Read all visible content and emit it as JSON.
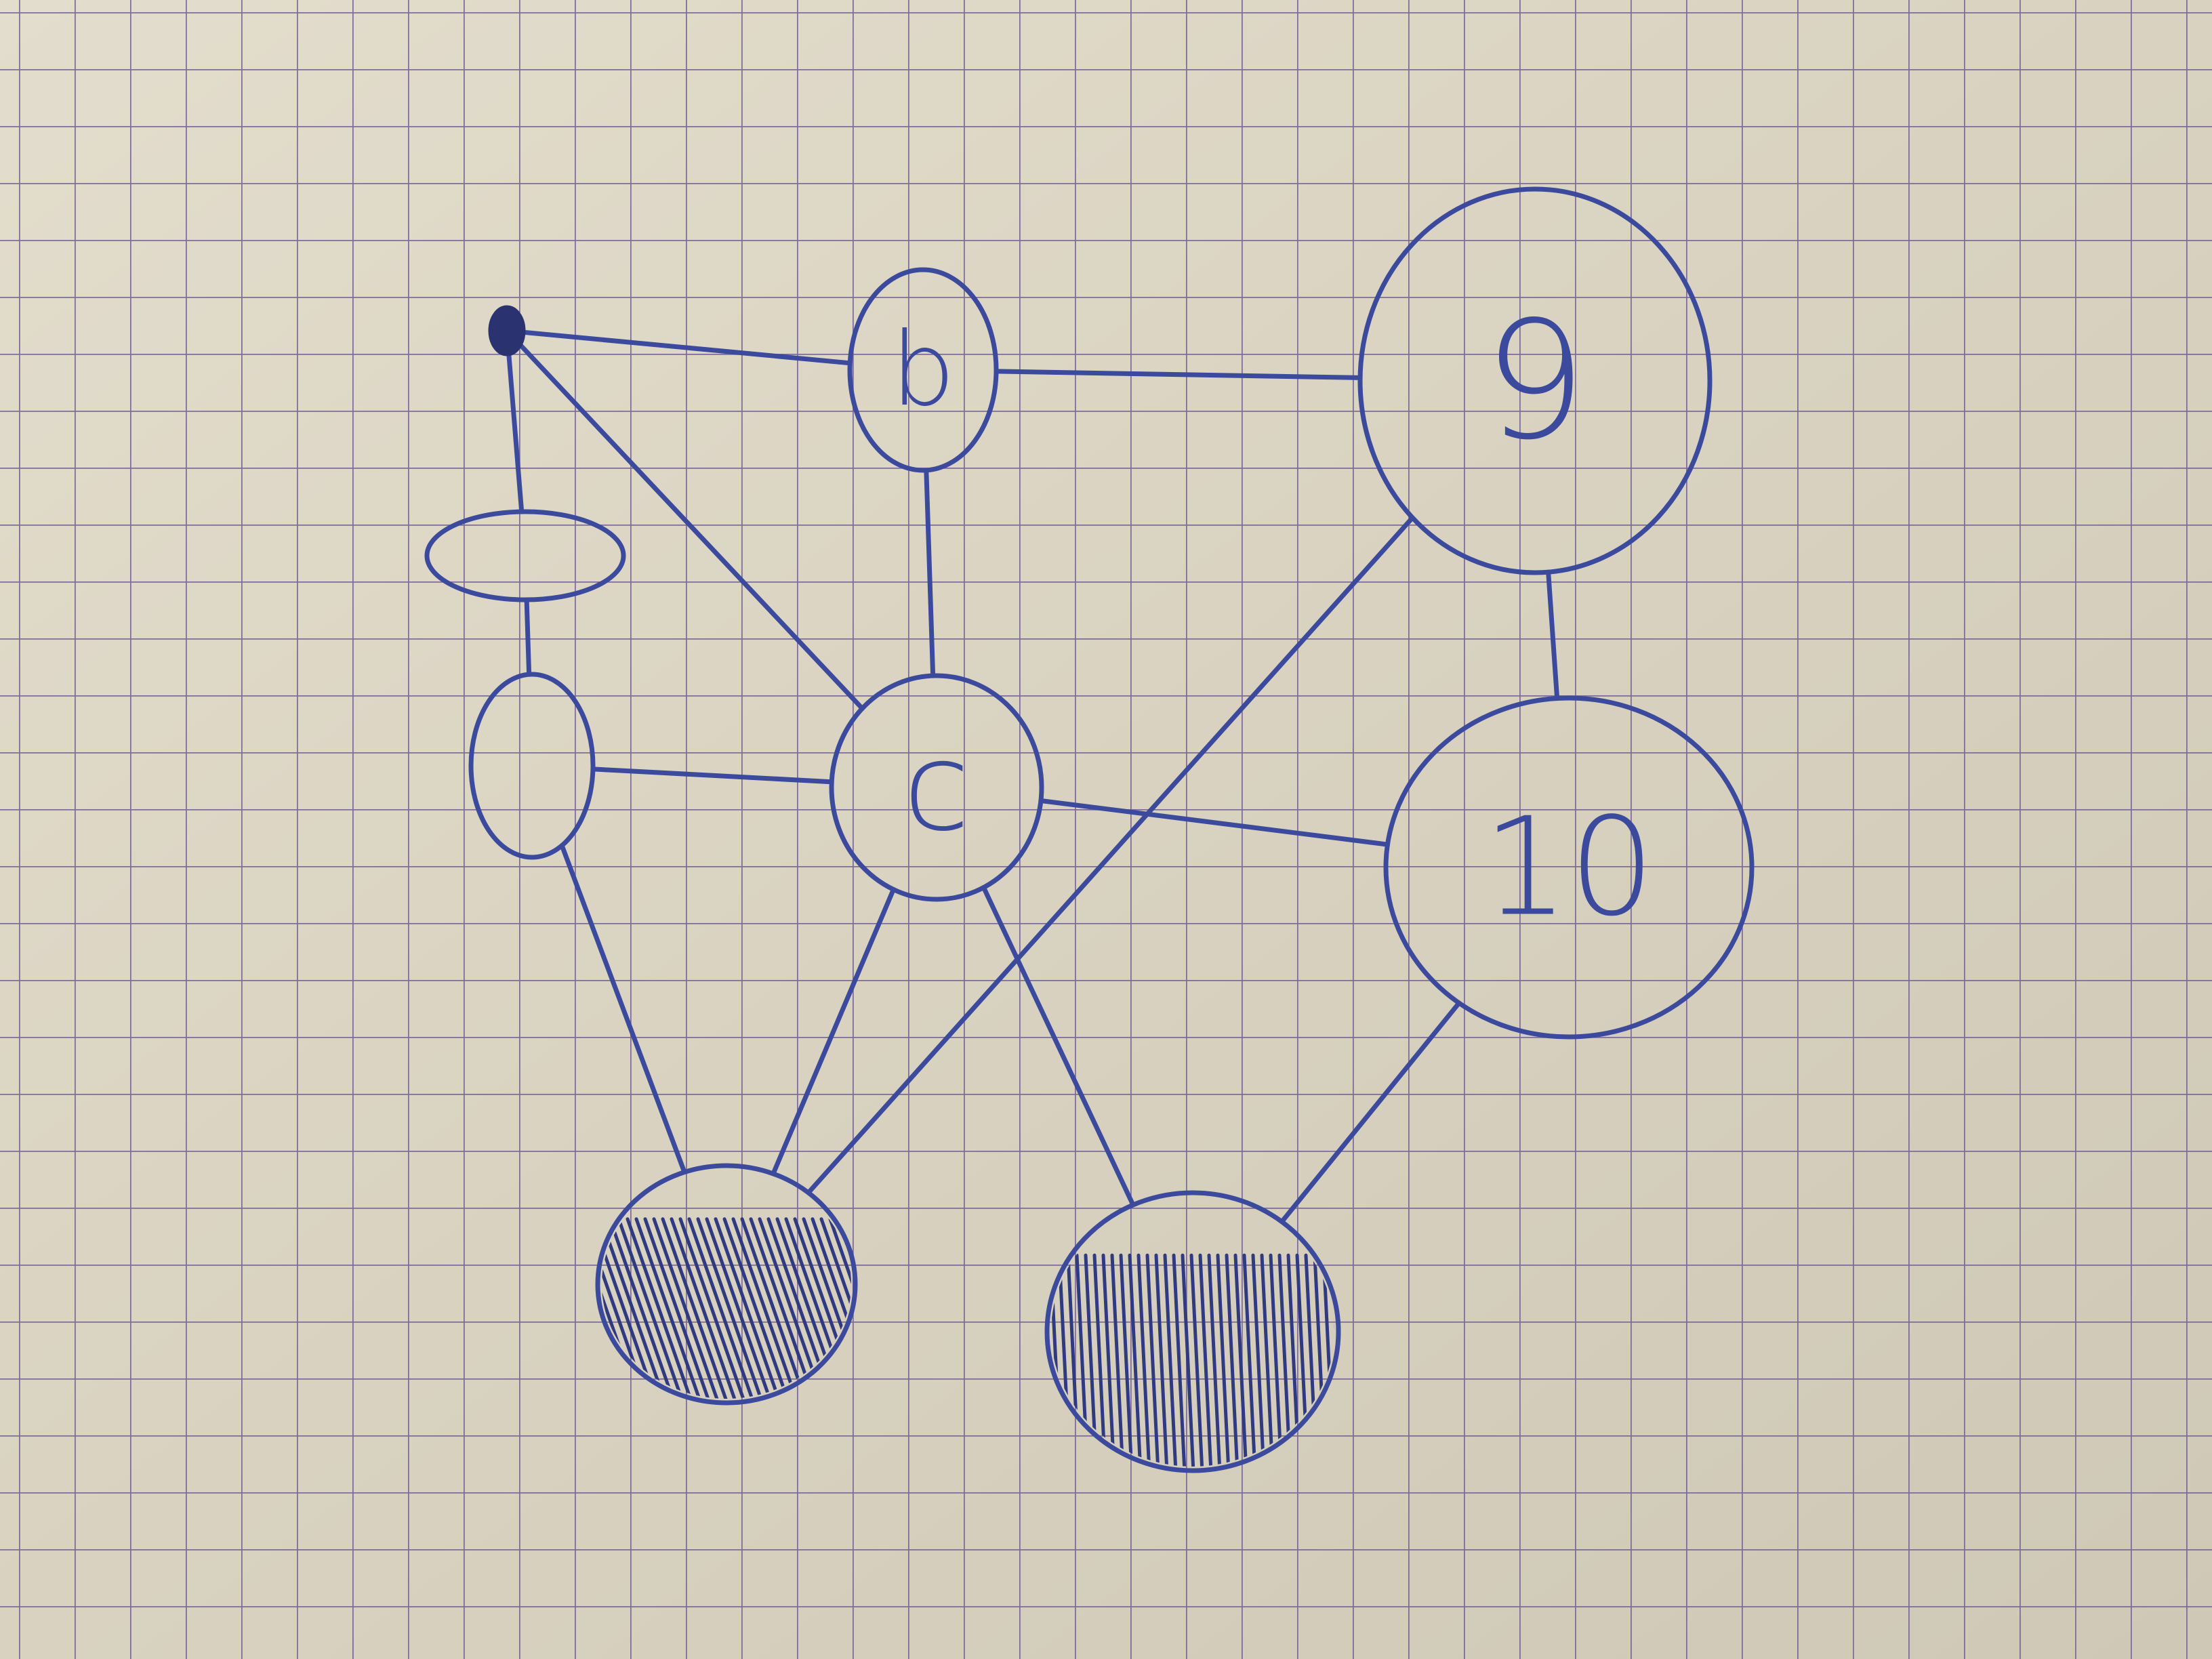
{
  "diagram": {
    "nodes": [
      {
        "id": "dot",
        "label": "",
        "style": "filled-dot"
      },
      {
        "id": "b",
        "label": "b",
        "style": "ellipse"
      },
      {
        "id": "nine",
        "label": "9",
        "style": "circle"
      },
      {
        "id": "flat",
        "label": "",
        "style": "ellipse"
      },
      {
        "id": "left",
        "label": "",
        "style": "ellipse"
      },
      {
        "id": "c",
        "label": "c",
        "style": "circle"
      },
      {
        "id": "ten",
        "label": "10",
        "style": "circle"
      },
      {
        "id": "hatched-left",
        "label": "",
        "style": "hatched"
      },
      {
        "id": "hatched-right",
        "label": "",
        "style": "hatched"
      }
    ],
    "edges": [
      [
        "dot",
        "b"
      ],
      [
        "b",
        "nine"
      ],
      [
        "dot",
        "flat"
      ],
      [
        "dot",
        "c"
      ],
      [
        "b",
        "c"
      ],
      [
        "flat",
        "left"
      ],
      [
        "left",
        "c"
      ],
      [
        "c",
        "ten"
      ],
      [
        "nine",
        "ten"
      ],
      [
        "nine",
        "hatched-left"
      ],
      [
        "left",
        "hatched-left"
      ],
      [
        "c",
        "hatched-left"
      ],
      [
        "c",
        "hatched-right"
      ],
      [
        "ten",
        "hatched-right"
      ]
    ],
    "colors": {
      "ink": "#3b4a9c",
      "ink_dark": "#2a3270",
      "paper": "#d9d3c4",
      "grid": "#6e5a8f"
    }
  }
}
